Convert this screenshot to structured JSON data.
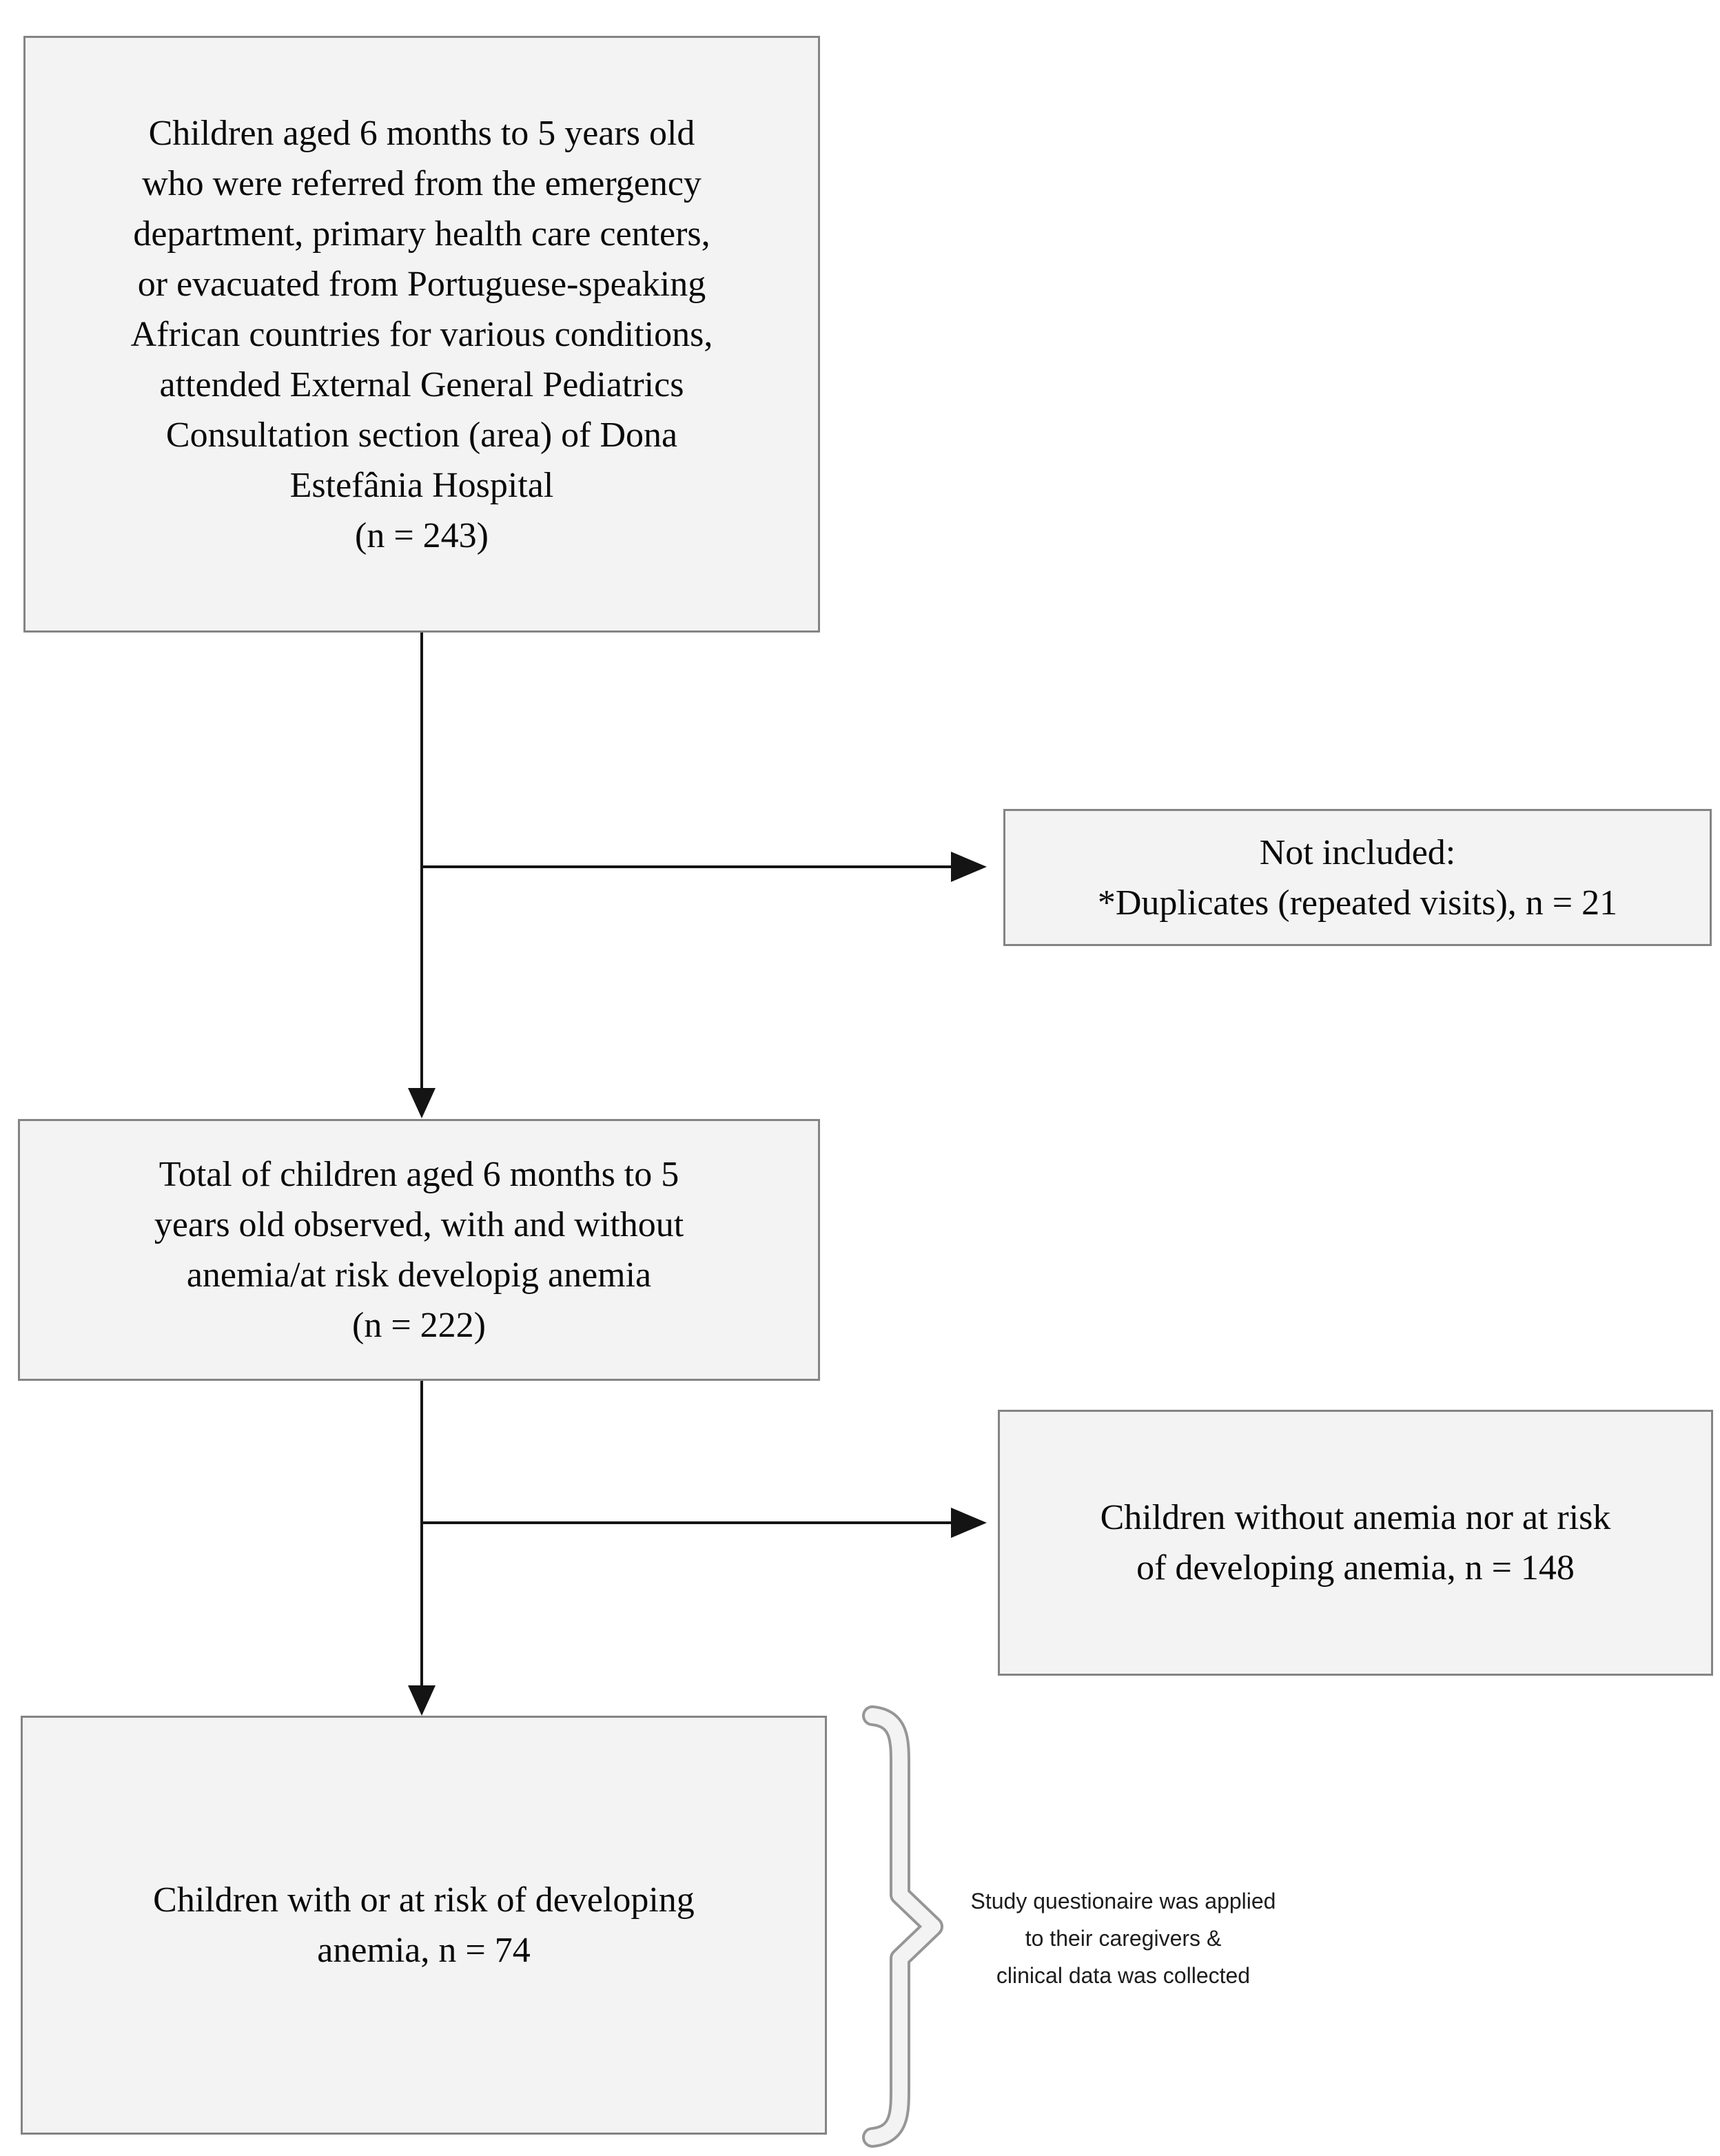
{
  "diagram": {
    "type": "study-flowchart",
    "colors": {
      "box_fill": "#f3f3f3",
      "box_border": "#848484",
      "arrow": "#141414",
      "text": "#0a0a0a",
      "brace_outline": "#969696",
      "brace_fill": "#f3f3f3"
    },
    "boxes": {
      "source": {
        "n": 243,
        "lines": [
          "Children aged 6 months to 5 years old",
          "who were referred from the emergency",
          "department, primary health care centers,",
          "or evacuated from Portuguese-speaking",
          "African countries for various conditions,",
          "attended  External General Pediatrics",
          "Consultation section (area) of Dona",
          "Estefânia Hospital",
          "(n = 243)"
        ]
      },
      "not_included": {
        "n": 21,
        "lines": [
          "Not included:",
          "*Duplicates (repeated visits), n = 21"
        ]
      },
      "observed": {
        "n": 222,
        "lines": [
          "Total of children aged 6 months to 5",
          "years old observed, with and without",
          "anemia/at risk developig anemia",
          "(n = 222)"
        ]
      },
      "without_anemia": {
        "n": 148,
        "lines": [
          "Children without anemia nor at risk",
          "of developing anemia, n = 148"
        ]
      },
      "with_anemia": {
        "n": 74,
        "lines": [
          "Children with or at risk of developing",
          "anemia, n = 74"
        ]
      }
    },
    "annotation": {
      "lines": [
        "Study questionaire was applied",
        "to their caregivers &",
        "clinical data was collected"
      ]
    }
  }
}
